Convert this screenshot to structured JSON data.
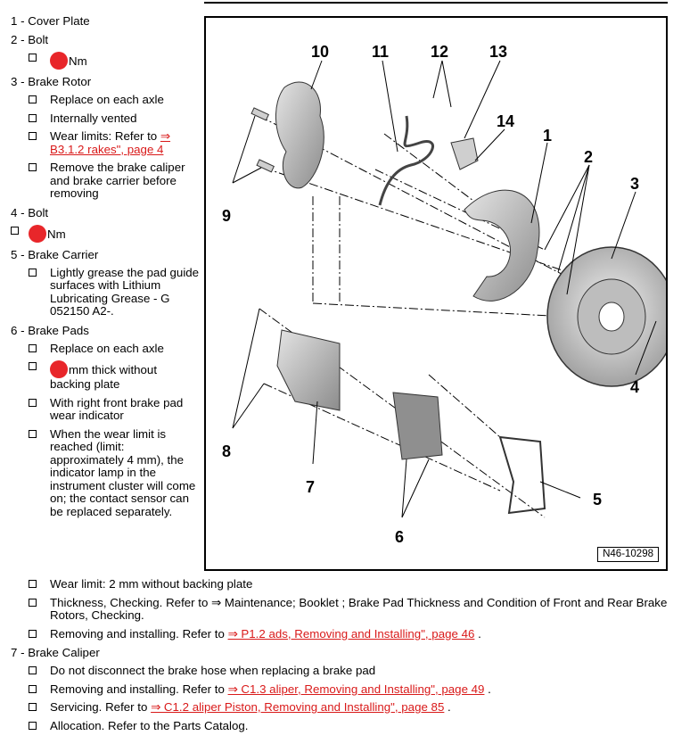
{
  "items": [
    {
      "title": "1 - Cover Plate",
      "subs": []
    },
    {
      "title": "2 - Bolt",
      "subs": [
        {
          "dot": true,
          "text": "Nm"
        }
      ]
    },
    {
      "title": "3 - Brake Rotor",
      "subs": [
        {
          "text": "Replace on each axle"
        },
        {
          "text": "Internally vented"
        },
        {
          "text": "Wear limits: Refer to ",
          "link": "⇒ B3.1.2 rakes\", page 4"
        },
        {
          "text": "Remove the brake caliper and brake carrier before removing"
        }
      ]
    },
    {
      "title": "4 - Bolt",
      "subs": [
        {
          "dot": true,
          "text": "Nm"
        }
      ]
    },
    {
      "title": "5 - Brake Carrier",
      "subs": [
        {
          "text": "Lightly grease the pad guide surfaces with Lithium Lubricating Grease - G 052150 A2-."
        }
      ]
    },
    {
      "title": "6 - Brake Pads",
      "subs": [
        {
          "text": "Replace on each axle"
        },
        {
          "dot": true,
          "text": "mm thick without backing plate"
        },
        {
          "text": "With right front brake pad wear indicator"
        },
        {
          "text": "When the wear limit is reached (limit: approximately 4 mm), the indicator lamp in the instrument cluster will come on; the contact sensor can be replaced separately."
        },
        {
          "text": "Wear limit: 2 mm without backing plate"
        },
        {
          "text": "Thickness, Checking. Refer to ⇒ Maintenance; Booklet ; Brake Pad Thickness and Condition of Front and Rear Brake Rotors, Checking."
        },
        {
          "text": "Removing and installing. Refer to ",
          "link": "⇒ P1.2 ads, Removing and Installing\", page 46",
          "after": " ."
        }
      ]
    },
    {
      "title": "7 - Brake Caliper",
      "subs": [
        {
          "text": "Do not disconnect the brake hose when replacing a brake pad"
        },
        {
          "text": "Removing and installing. Refer to ",
          "link": "⇒ C1.3 aliper, Removing and Installing\", page 49",
          "after": " ."
        },
        {
          "text": "Servicing. Refer to ",
          "link": "⇒ C1.2 aliper Piston, Removing and Installing\", page 85",
          "after": " ."
        },
        {
          "text": "Allocation. Refer to the Parts Catalog."
        }
      ]
    }
  ],
  "figure": {
    "id": "N46-10298",
    "callouts": [
      "10",
      "11",
      "12",
      "13",
      "14",
      "1",
      "2",
      "3",
      "9",
      "4",
      "8",
      "7",
      "6",
      "5"
    ]
  },
  "colors": {
    "link": "#d91a1a",
    "dot": "#e8262a"
  }
}
